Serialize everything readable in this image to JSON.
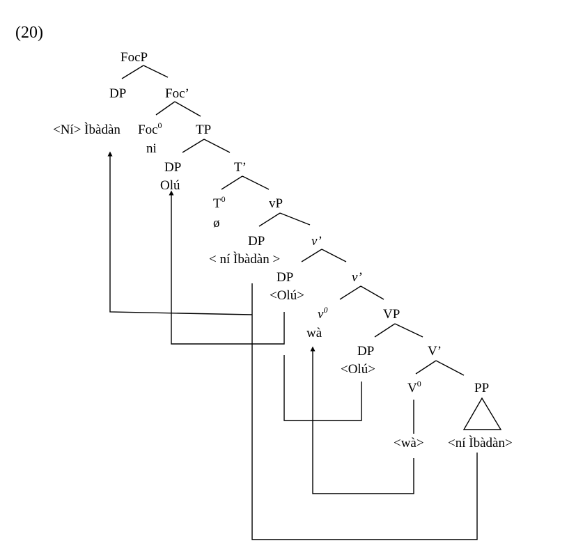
{
  "example_number": "(20)",
  "nodes": {
    "focp": "FocP",
    "dp_spec_foc": "DP",
    "focbar": "Foc’",
    "ni_ibadan_copy": "<Ní> Ìbàdàn",
    "foc_head": "Foc",
    "foc_head_sup": "0",
    "ni": "ni",
    "tp": "TP",
    "dp_spec_t": "DP",
    "olu": "Olú",
    "tbar": "T’",
    "t_head": "T",
    "t_head_sup": "0",
    "t_null": "ø",
    "vp_little": "vP",
    "dp_spec_v": "DP",
    "ni_ibadan_trace": "< ní Ìbàdàn >",
    "vbar_1": "v’",
    "dp_olu_v": "DP",
    "olu_trace_1": "<Olú>",
    "vbar_2": "v’",
    "v_head": "v",
    "v_head_sup": "0",
    "wa": "wà",
    "vp_big": "VP",
    "dp_spec_vp": "DP",
    "olu_trace_2": "<Olú>",
    "vbar_big": "V’",
    "v_big_head": "V",
    "v_big_sup": "0",
    "wa_trace": "<wà>",
    "pp": "PP",
    "pp_content": "<ní Ìbàdàn>"
  }
}
